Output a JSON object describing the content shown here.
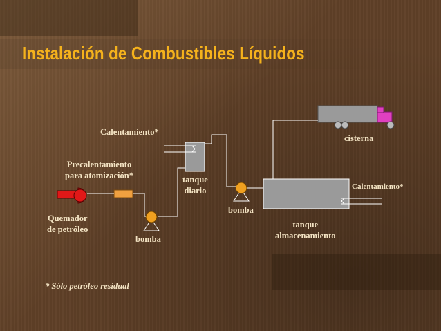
{
  "title": "Instalación de Combustibles Líquidos",
  "labels": {
    "calentamiento_top": "Calentamiento*",
    "precalentamiento_line1": "Precalentamiento",
    "precalentamiento_line2": "para atomización*",
    "tanque_diario_line1": "tanque",
    "tanque_diario_line2": "diario",
    "cisterna": "cisterna",
    "calentamiento_right": "Calentamiento*",
    "bomba_right": "bomba",
    "bomba_left": "bomba",
    "quemador_line1": "Quemador",
    "quemador_line2": "de petróleo",
    "tanque_alm_line1": "tanque",
    "tanque_alm_line2": "almacenamiento"
  },
  "footnote": "* Sólo petróleo residual",
  "colors": {
    "title": "#f5b21c",
    "text": "#f3e3c3",
    "tank_fill": "#9a9a9a",
    "truck_cab": "#e040c0",
    "burner": "#e01818",
    "preheater": "#f0a040",
    "line": "#ffffff"
  }
}
